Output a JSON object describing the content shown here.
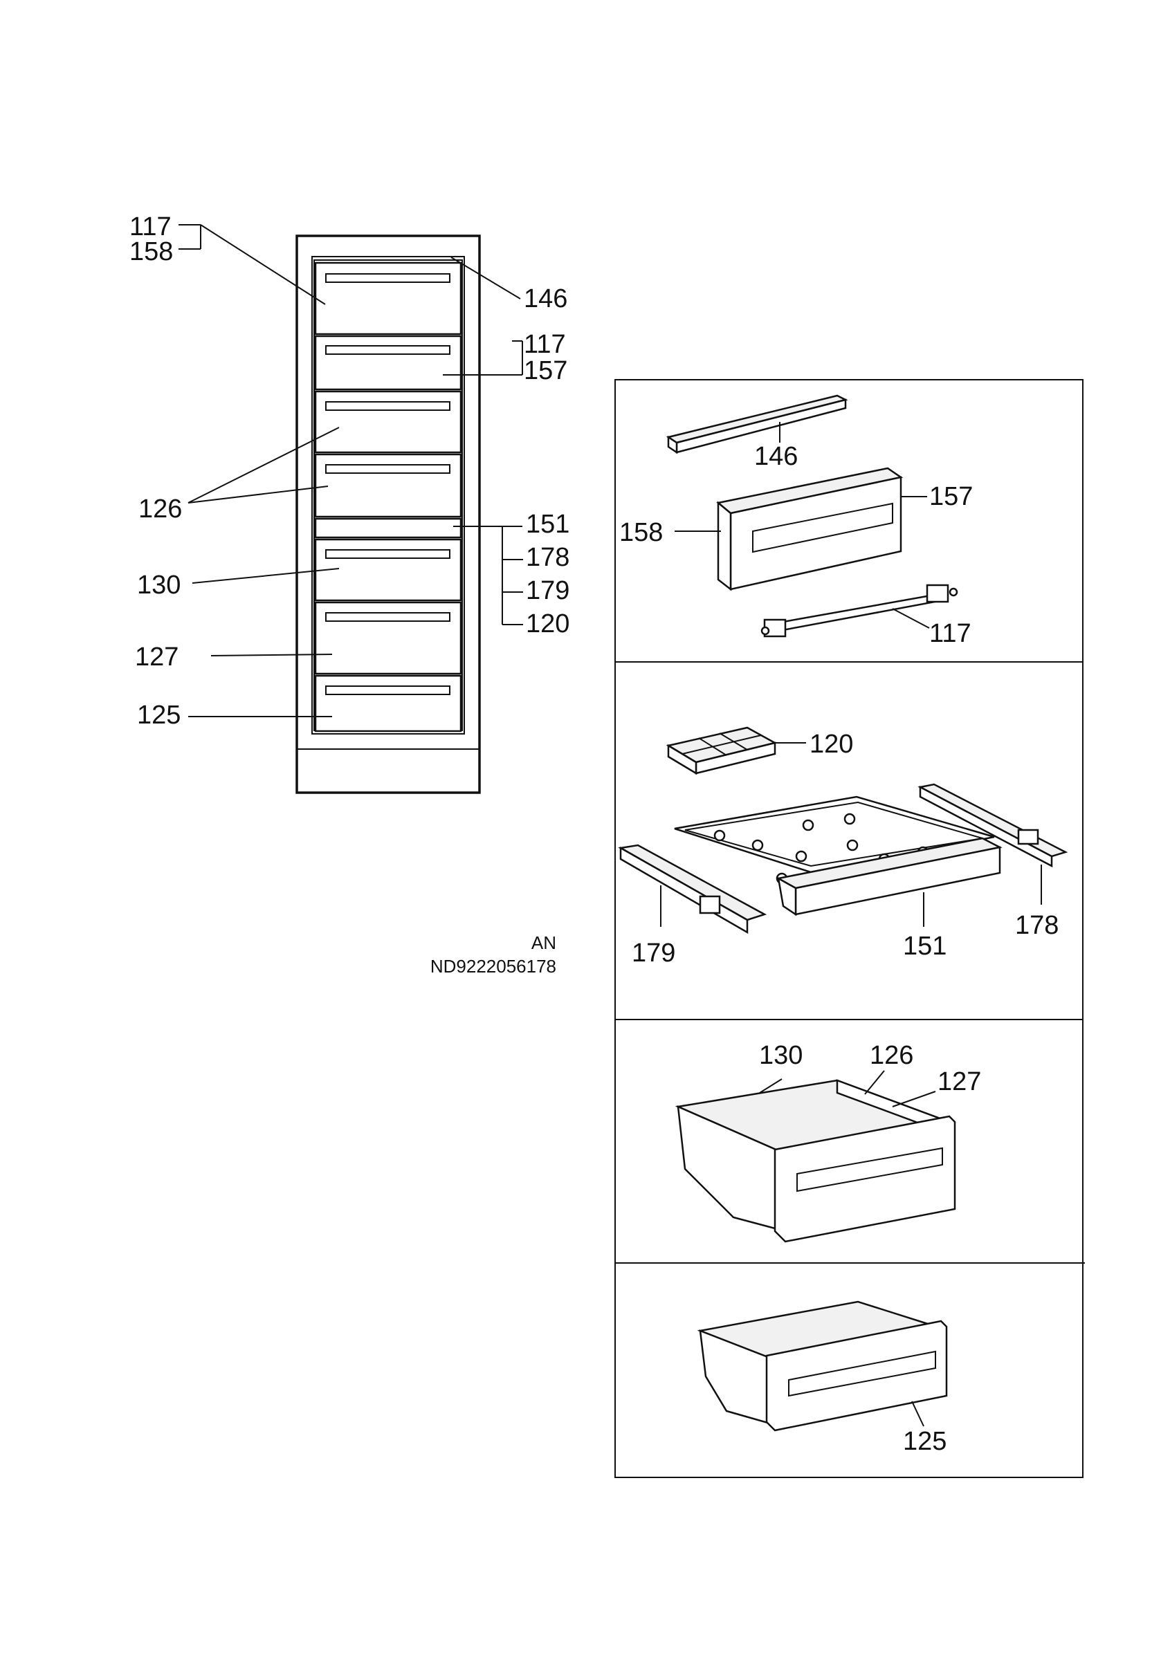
{
  "diagram": {
    "doc_code_line1": "AN",
    "doc_code_line2": "ND9222056178",
    "cabinet_labels": {
      "l117a": "117",
      "l158a": "158",
      "l146a": "146",
      "l117b": "117",
      "l157a": "157",
      "l126a": "126",
      "l151a": "151",
      "l178a": "178",
      "l179a": "179",
      "l120a": "120",
      "l130a": "130",
      "l127a": "127",
      "l125a": "125"
    },
    "panel1_labels": {
      "p146": "146",
      "p157": "157",
      "p158": "158",
      "p117": "117"
    },
    "panel2_labels": {
      "p120": "120",
      "p179": "179",
      "p151": "151",
      "p178": "178"
    },
    "panel3_labels": {
      "p130": "130",
      "p126": "126",
      "p127": "127"
    },
    "panel4_labels": {
      "p125": "125"
    }
  }
}
